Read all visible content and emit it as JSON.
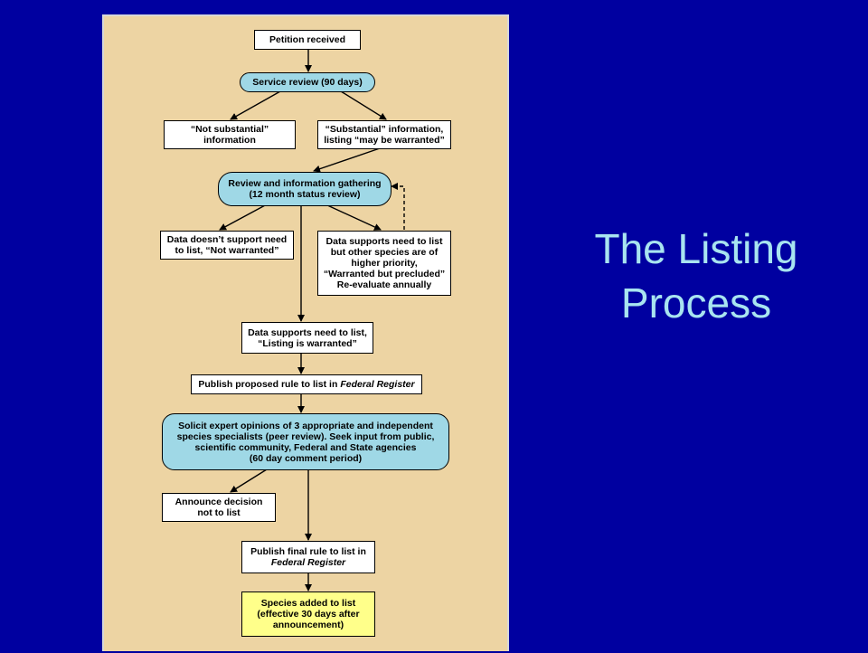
{
  "slide": {
    "title": "The Listing Process"
  },
  "flowchart": {
    "nodes": {
      "petition": "Petition  received",
      "service_review": "Service review (90 days)",
      "not_substantial": "“Not substantial”\ninformation",
      "substantial": "“Substantial” information,\nlisting “may be warranted”",
      "status_review": "Review and information gathering\n(12 month status review)",
      "not_warranted": "Data doesn’t support need\nto list, “Not warranted”",
      "warranted_precluded": "Data supports need to list\nbut other species are of\nhigher priority,\n“Warranted but precluded”\nRe-evaluate annually",
      "listing_warranted": "Data supports need to list,\n“Listing is warranted”",
      "proposed_rule_prefix": "Publish proposed rule to list in ",
      "proposed_rule_italic": "Federal Register",
      "peer_review": "Solicit expert opinions of 3 appropriate and independent\nspecies specialists (peer review). Seek input from public,\nscientific community, Federal and State agencies\n(60 day comment period)",
      "not_to_list": "Announce decision\nnot to list",
      "final_rule_line1": "Publish final rule to list in",
      "final_rule_italic": "Federal Register",
      "species_added": "Species added to list\n(effective 30 days after\nannouncement)"
    }
  },
  "colors": {
    "slide_background": "#0000a0",
    "title_text": "#a8e4f0",
    "panel_background": "#edd4a3",
    "process_fill": "#9fd8e6",
    "outcome_fill": "#ffff8a"
  }
}
